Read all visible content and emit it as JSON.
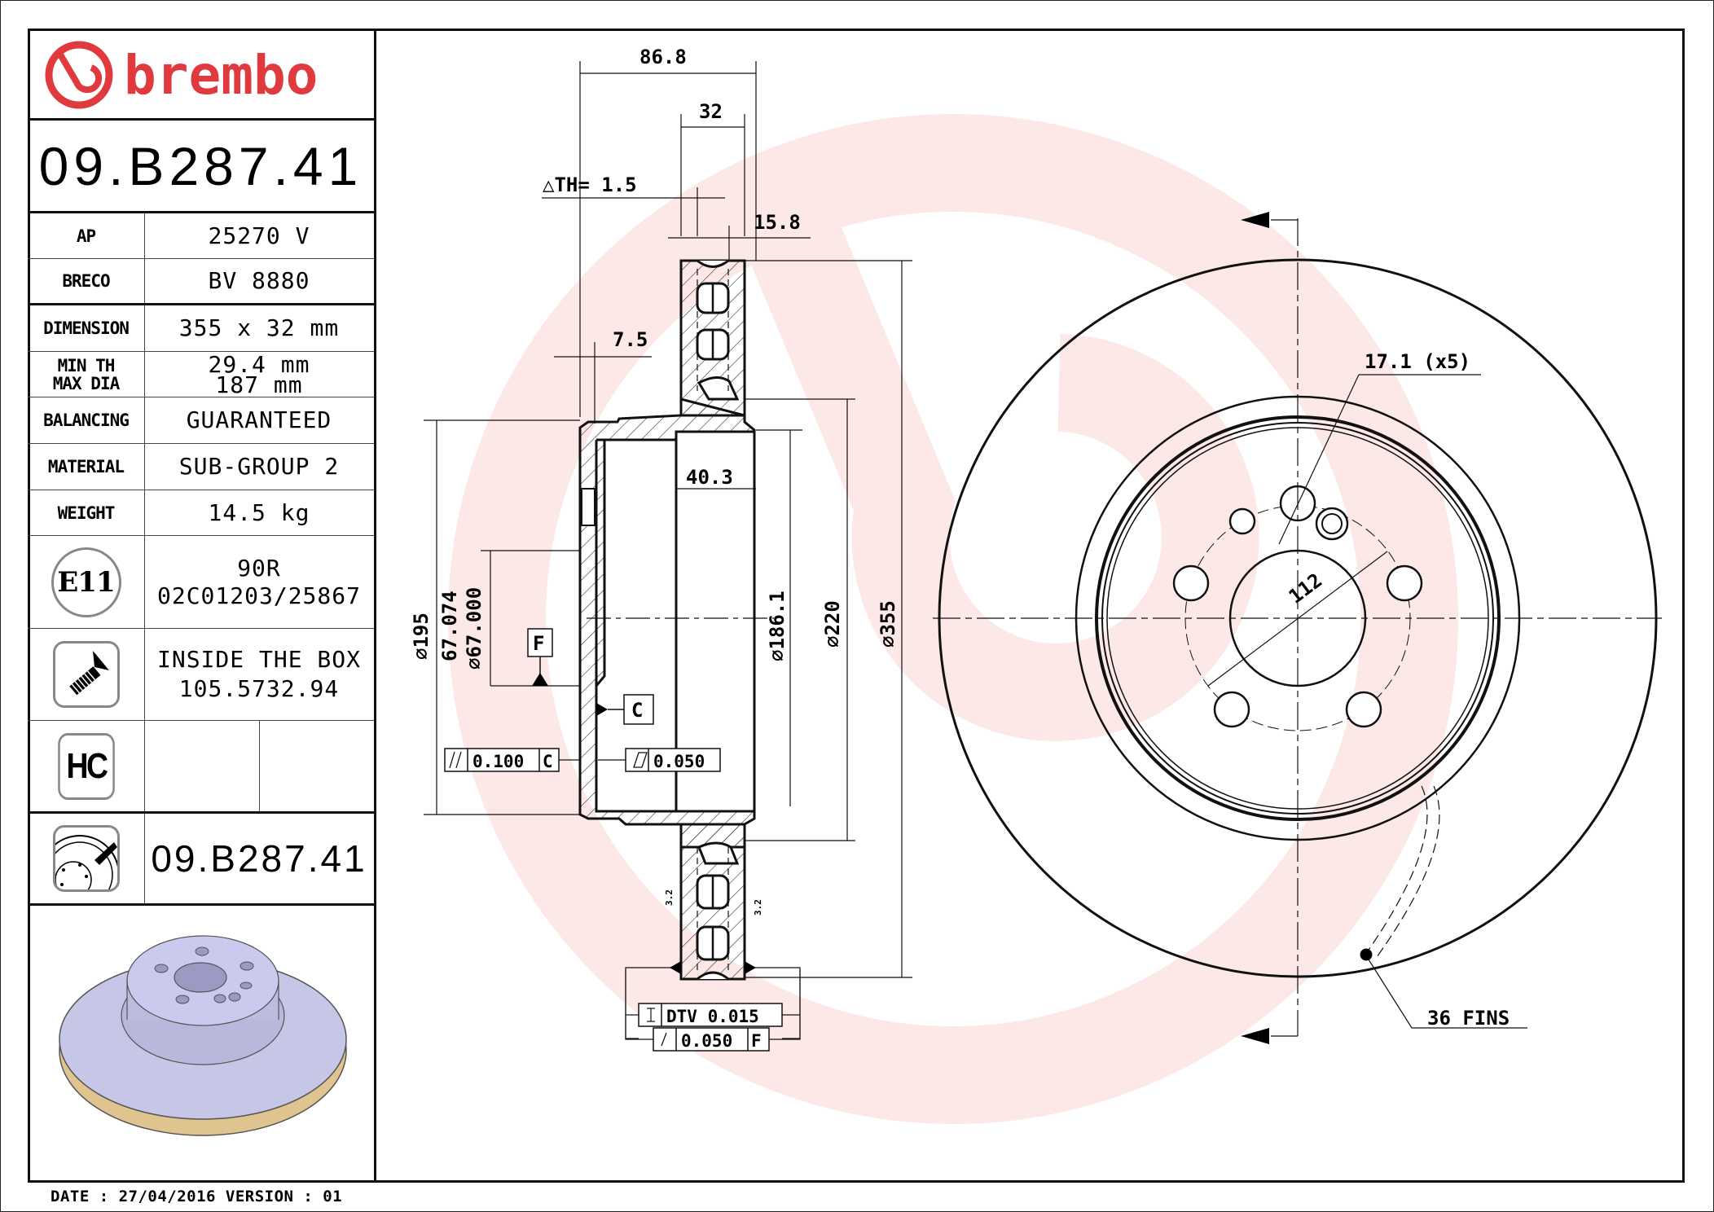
{
  "brand": {
    "name": "brembo",
    "color": "#e03a3e",
    "watermark_color": "#fde8e8"
  },
  "part_number": "09.B287.41",
  "specs": [
    {
      "label": "AP",
      "value": "25270 V"
    },
    {
      "label": "BRECO",
      "value": "BV 8880"
    },
    {
      "label": "DIMENSION",
      "value": "355 x 32 mm"
    },
    {
      "label_lines": [
        "MIN TH",
        "MAX DIA"
      ],
      "value_lines": [
        "29.4 mm",
        "187 mm"
      ]
    },
    {
      "label": "BALANCING",
      "value": "GUARANTEED"
    },
    {
      "label": "MATERIAL",
      "value": "SUB-GROUP 2"
    },
    {
      "label": "WEIGHT",
      "value": "14.5 kg"
    }
  ],
  "approval": {
    "icon": "e11-approval-icon",
    "icon_text": "E11",
    "lines": [
      "90R",
      "02C01203/25867"
    ]
  },
  "screw": {
    "icon": "screw-icon",
    "lines": [
      "INSIDE THE BOX",
      "105.5732.94"
    ]
  },
  "hc": {
    "icon": "hc-icon",
    "icon_text": "HC",
    "col1": "",
    "col2": ""
  },
  "reference": {
    "icon": "disc-caliper-icon",
    "part_number": "09.B287.41"
  },
  "footer": {
    "text": "DATE : 27/04/2016 VERSION : 01"
  },
  "section_view": {
    "dims": {
      "overall_height": "86.8",
      "thickness": "32",
      "delta_th": "△TH= 1.5",
      "disc_offset": "15.8",
      "hat_wall": "7.5",
      "hat_depth": "40.3",
      "dia_195": "⌀195",
      "dia_67_074": "67.074",
      "dia_67_000": "⌀67.000",
      "dia_186_1": "⌀186.1",
      "dia_220": "⌀220",
      "dia_355": "⌀355"
    },
    "datums": {
      "F": "F",
      "C": "C"
    },
    "tolerances": {
      "parallelism": {
        "symbol": "//",
        "value": "0.100",
        "datum": "C"
      },
      "flatness": {
        "symbol": "▱",
        "value": "0.050"
      },
      "dtv": {
        "symbol": "I",
        "value": "DTV 0.015"
      },
      "runout": {
        "symbol": "/",
        "value": "0.050",
        "datum": "F"
      }
    },
    "surface_finish": [
      "3.2",
      "3.2"
    ]
  },
  "front_view": {
    "bolt_hole": "17.1 (x5)",
    "pcd": "112",
    "fins": "36 FINS"
  }
}
